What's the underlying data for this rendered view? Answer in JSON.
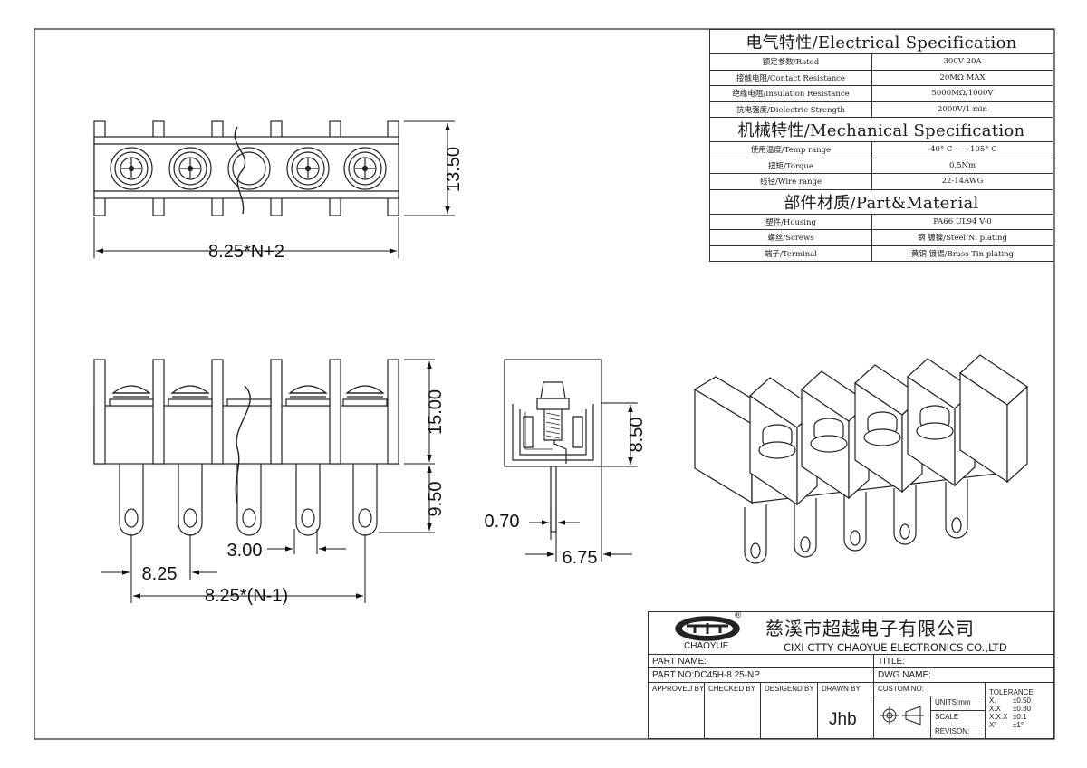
{
  "dimensions": {
    "top_width": "8.25*N+2",
    "top_height": "13.50",
    "body_height": "15.00",
    "pin_length": "9.50",
    "pin_gap": "3.00",
    "pitch": "8.25",
    "overall_pitch": "8.25*(N-1)",
    "side_height": "8.50",
    "pin_thickness": "0.70",
    "side_pin_offset": "6.75"
  },
  "spec_table": {
    "electrical_header": "电气特性/Electrical Specification",
    "electrical": [
      {
        "label": "额定参数/Rated",
        "value": "300V  20A"
      },
      {
        "label": "接触电阻/Contact Resistance",
        "value": "20MΩ MAX"
      },
      {
        "label": "绝缘电阻/Insulation Resistance",
        "value": "5000MΩ/1000V"
      },
      {
        "label": "抗电强度/Dielectric Strength",
        "value": "2000V/1 min"
      }
    ],
    "mechanical_header": "机械特性/Mechanical Specification",
    "mechanical": [
      {
        "label": "使用温度/Temp range",
        "value": "-40° C ~ +105° C"
      },
      {
        "label": "扭矩/Torque",
        "value": "0.5Nm"
      },
      {
        "label": "线径/Wire range",
        "value": "22-14AWG"
      }
    ],
    "material_header": "部件材质/Part&Material",
    "material": [
      {
        "label": "塑件/Housing",
        "value": "PA66 UL94 V-0"
      },
      {
        "label": "螺丝/Screws",
        "value": "钢 镀镍/Steel Ni plating"
      },
      {
        "label": "端子/Terminal",
        "value": "黄铜 镀锡/Brass Tin  plating"
      }
    ]
  },
  "title_block": {
    "logo_text": "CHAOYUE",
    "registered_mark": "®",
    "company_cn": "慈溪市超越电子有限公司",
    "company_en": "CIXI CTTY CHAOYUE ELECTRONICS CO.,LTD",
    "part_name_label": "PART NAME:",
    "title_label": "TITLE:",
    "part_no_label": "PART NO:DC45H-8.25-NP",
    "dwg_name_label": "DWG NAME:",
    "approved_by": "APPROVED BY",
    "checked_by": "CHECKED BY",
    "designed_by": "DESIGEND BY",
    "drawn_by": "DRAWN BY",
    "custom_no": "CUSTOM NO:",
    "drawn_by_value": "Jhb",
    "units": "UNITS:mm",
    "scale": "SCALE",
    "revision": "REVISON:",
    "tolerance_title": "TOLERANCE",
    "tolerances": [
      {
        "k": "X.",
        "v": "±0.50"
      },
      {
        "k": "X.X",
        "v": "±0.30"
      },
      {
        "k": "X.X.X",
        "v": "±0.1"
      },
      {
        "k": "X°",
        "v": "±1°"
      }
    ]
  },
  "colors": {
    "line": "#222222",
    "housing": "#ffffff"
  }
}
